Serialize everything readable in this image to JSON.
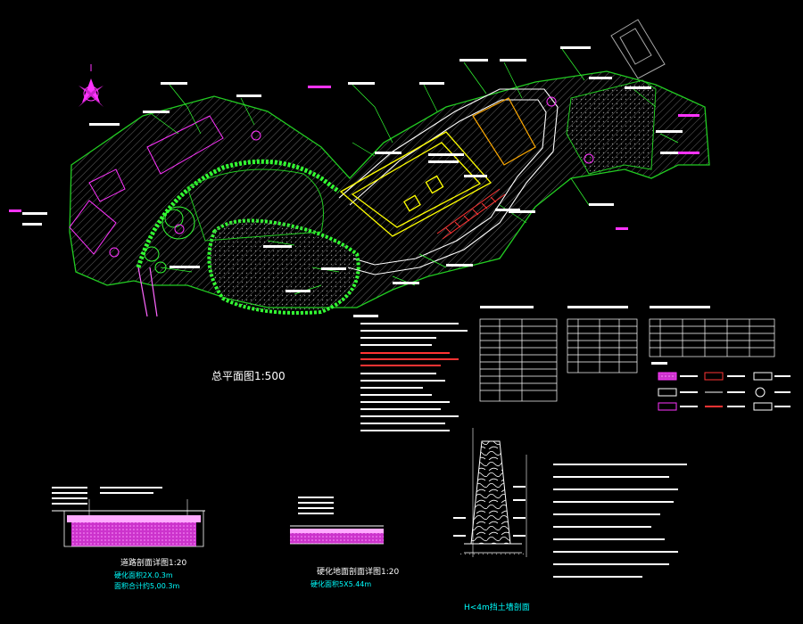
{
  "drawing": {
    "site_plan_title": "总平面图1:500",
    "section_h_label": "H<4m挡土墙剖面",
    "detail1_title": "道路剖面详图1:20",
    "detail1_note1": "硬化面积2X.0.3m",
    "detail1_note2": "面积合计约5,00.3m",
    "detail2_title": "硬化地面剖面详图1:20",
    "detail2_note1": "硬化面积5X5.44m"
  },
  "colors": {
    "background": "#000000",
    "boundary": "#22cc22",
    "road": "#ffffff",
    "tree": "#33ff33",
    "annotation": "#ffffff",
    "red_text": "#ff3333",
    "magenta": "#ff33ff",
    "building": "#ffff00",
    "cyan": "#00ffff"
  }
}
